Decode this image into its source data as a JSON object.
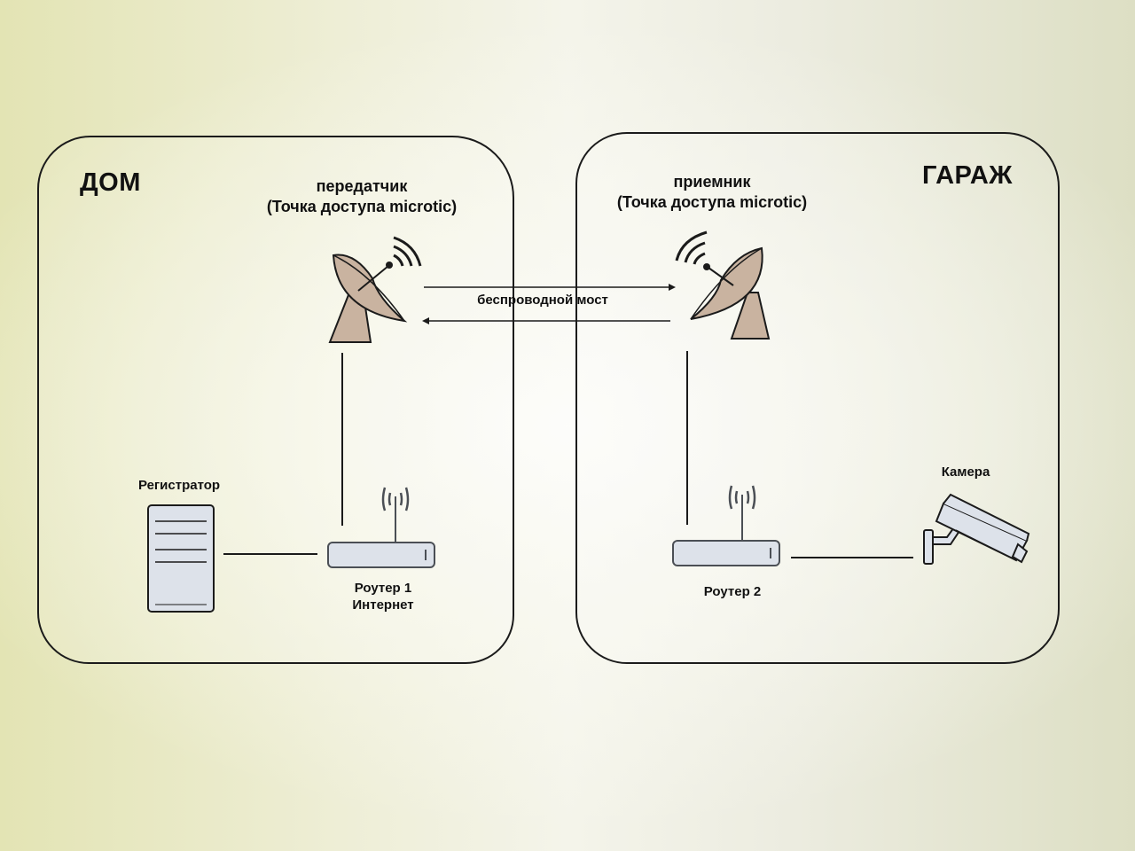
{
  "zones": {
    "home": {
      "label": "ДОМ"
    },
    "garage": {
      "label": "ГАРАЖ"
    }
  },
  "transmitter": {
    "title": "передатчик",
    "subtitle": "(Точка доступа microtic)"
  },
  "receiver": {
    "title": "приемник",
    "subtitle": "(Точка доступа microtic)"
  },
  "bridge": {
    "label": "беспроводной мост"
  },
  "recorder": {
    "label": "Регистратор"
  },
  "router1": {
    "line1": "Роутер 1",
    "line2": "Интернет"
  },
  "router2": {
    "label": "Роутер 2"
  },
  "camera": {
    "label": "Камера"
  },
  "colors": {
    "dish_fill": "#c9b3a0",
    "device_fill": "#dde2ea",
    "outline": "#1b1b1b"
  }
}
